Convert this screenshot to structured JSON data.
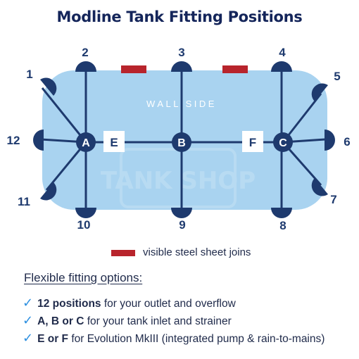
{
  "title": "Modline Tank Fitting Positions",
  "tank": {
    "wall_side_label": "WALL SIDE",
    "watermark": "TANK SHOP"
  },
  "positions": [
    "1",
    "2",
    "3",
    "4",
    "5",
    "6",
    "7",
    "8",
    "9",
    "10",
    "11",
    "12"
  ],
  "hubs": [
    "A",
    "B",
    "C"
  ],
  "pump_points": [
    "E",
    "F"
  ],
  "colors": {
    "title": "#14255a",
    "tank_fill": "#a9d3f0",
    "line": "#1e3a6e",
    "steel_join": "#b8242c",
    "check": "#2c8fe0"
  },
  "legend": {
    "label": "visible steel sheet joins"
  },
  "options": {
    "heading": "Flexible fitting options:",
    "items": [
      {
        "strong": "12 positions",
        "rest": " for your outlet and overflow"
      },
      {
        "strong": "A, B or C",
        "rest": " for your tank inlet and strainer"
      },
      {
        "strong": "E or F",
        "rest": " for Evolution MkIII (integrated pump & rain-to-mains)"
      }
    ]
  }
}
